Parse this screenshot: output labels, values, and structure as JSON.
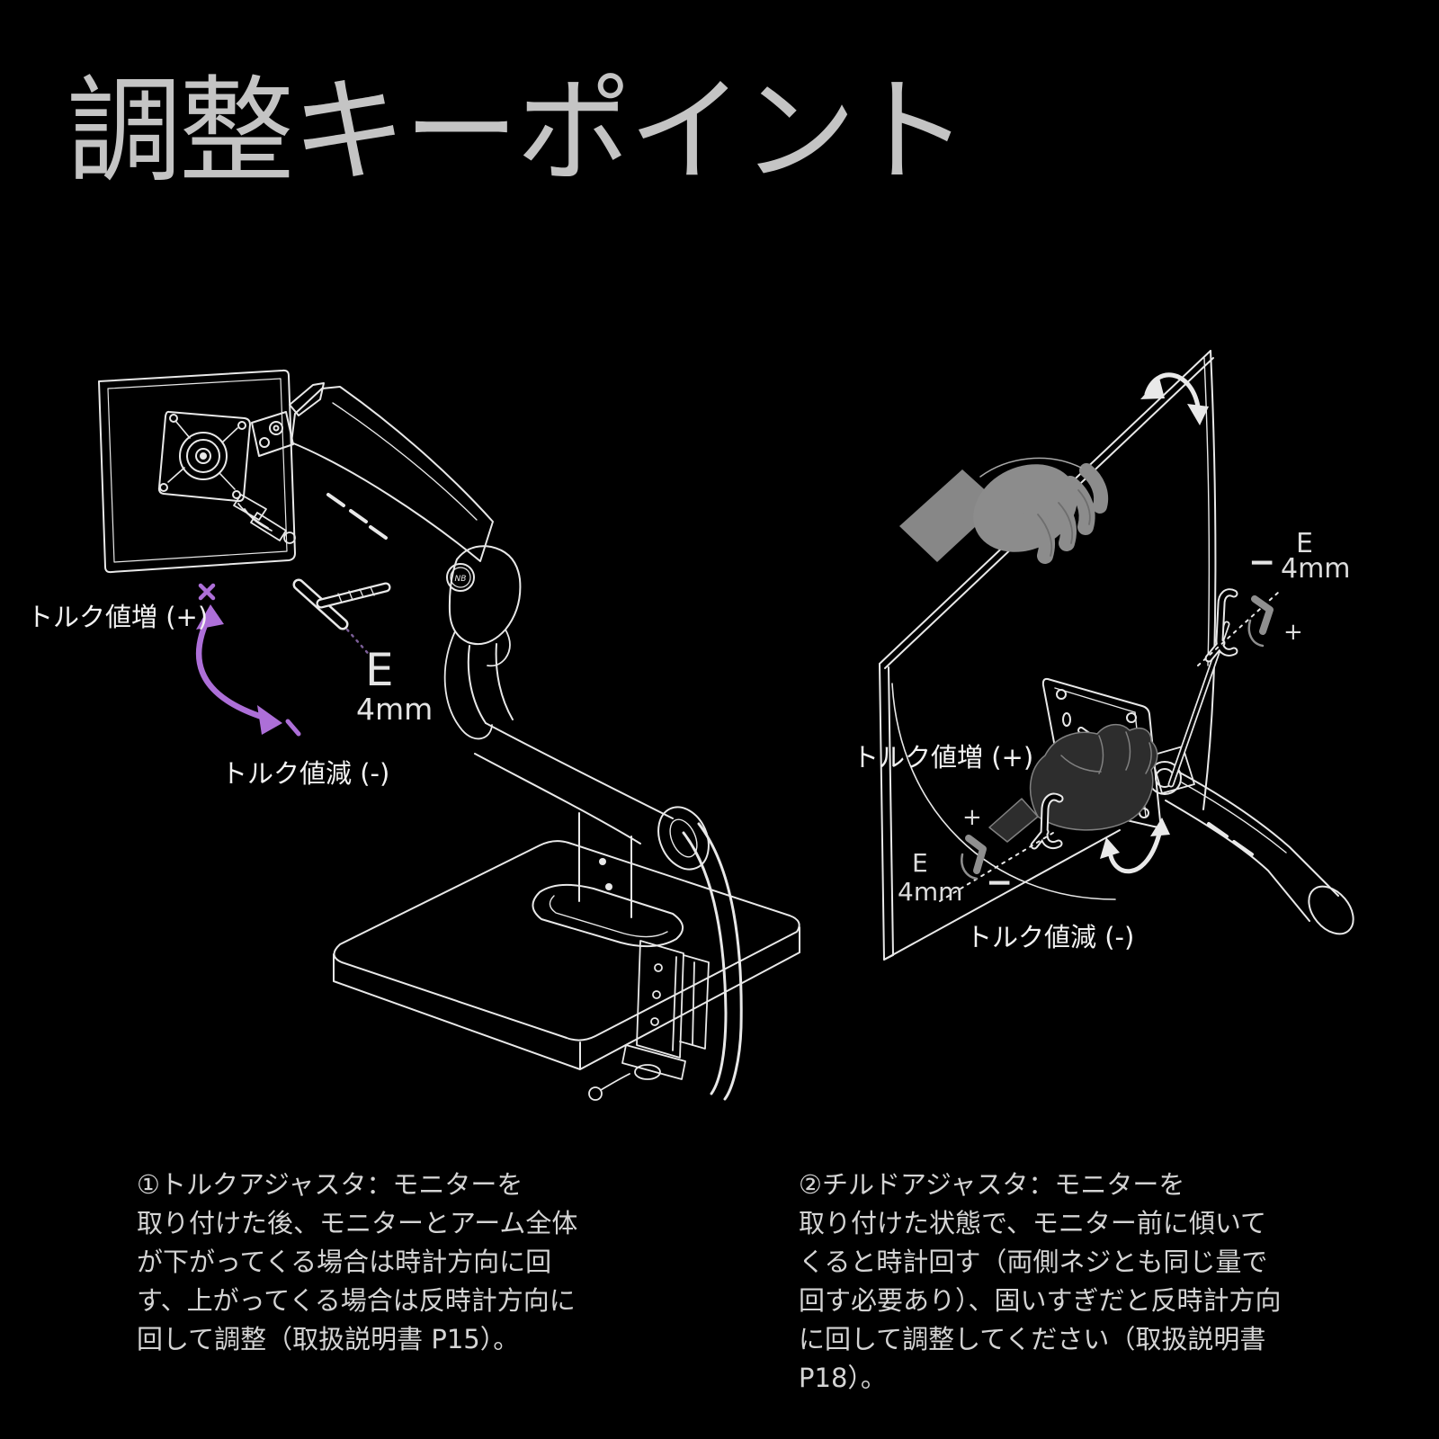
{
  "page": {
    "title": "調整キーポイント",
    "background": "#000000",
    "title_color": "#c4c4c4"
  },
  "colors": {
    "accent_purple": "#ad6fd8",
    "line_art": "#e8e8e8",
    "label_text": "#f2f2f2",
    "body_text": "#d4d4d4",
    "hand_gray": "#8c8c8c",
    "hand_dark": "#2d2d2d",
    "key_glyph_gray": "#8f8f8f"
  },
  "diagram_left": {
    "description_icons": [
      "desk-mounted-monitor-arm-line-art",
      "allen-key",
      "purple-rotation-arrow"
    ],
    "badge": "NB",
    "labels": {
      "torque_increase": "トルク値増 (+)",
      "torque_decrease": "トルク値減 (-)",
      "hex_letter": "E",
      "hex_size": "4mm"
    }
  },
  "diagram_right": {
    "description_icons": [
      "curved-monitor-line-art",
      "hand-gray",
      "hand-dark",
      "tilt-rotation-arrows",
      "hex-keys"
    ],
    "labels": {
      "torque_increase": "トルク値増 (+)",
      "torque_decrease": "トルク値減 (-)",
      "hex_top_letter": "E",
      "hex_top_size": "4mm",
      "hex_top_minus": "−",
      "hex_top_plus": "+",
      "hex_bottom_letter": "E",
      "hex_bottom_size": "4mm",
      "hex_bottom_minus": "−",
      "hex_bottom_plus": "+"
    }
  },
  "notes": {
    "note1_lines": [
      "①トルクアジャスタ：モニターを",
      "取り付けた後、モニターとアーム全体",
      "が下がってくる場合は時計方向に回",
      "す、上がってくる場合は反時計方向に",
      "回して調整（取扱説明書 P15）。"
    ],
    "note2_lines": [
      "②チルドアジャスタ：モニターを",
      "取り付けた状態で、モニター前に傾いて",
      "くると時計回す（両側ネジとも同じ量で",
      "回す必要あり）、固いすぎだと反時計方向",
      "に回して調整してください（取扱説明書",
      "P18）。"
    ]
  }
}
